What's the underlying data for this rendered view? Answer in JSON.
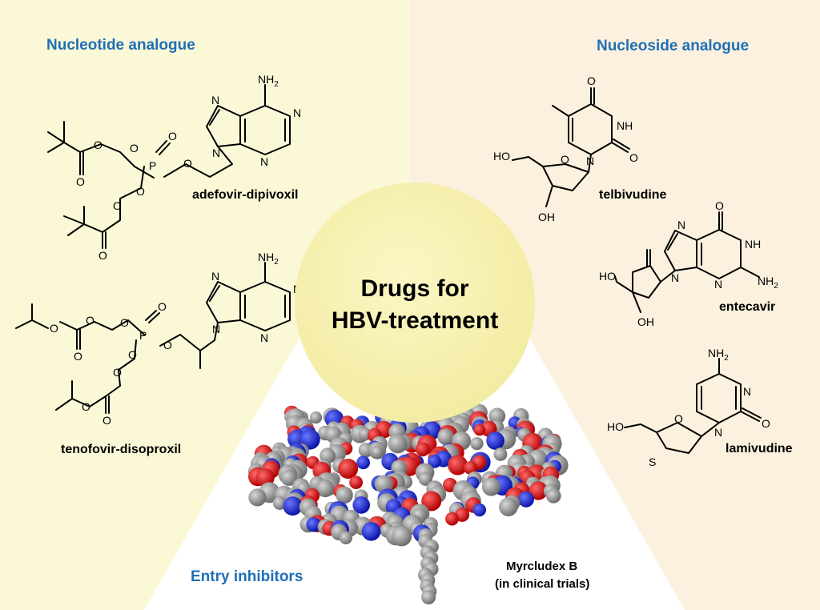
{
  "sections": {
    "nucleotide": "Nucleotide analogue",
    "nucleoside": "Nucleoside analogue",
    "entry": "Entry inhibitors"
  },
  "center": {
    "line1": "Drugs for",
    "line2": "HBV-treatment"
  },
  "drugs": {
    "adefovir": "adefovir-dipivoxil",
    "tenofovir": "tenofovir-disoproxil",
    "telbivudine": "telbivudine",
    "entecavir": "entecavir",
    "lamivudine": "lamivudine"
  },
  "myrcludex": {
    "line1": "Myrcludex B",
    "line2": "(in clinical trials)"
  },
  "atoms": {
    "nh2": "NH",
    "nh2_sub": "2",
    "n": "N",
    "o": "O",
    "p": "P",
    "nh": "NH",
    "ho": "HO",
    "oh": "OH",
    "s": "S"
  },
  "colors": {
    "left_panel": "#fbf8d8",
    "right_panel": "#fbf1de",
    "circle": "#f7f1b2",
    "section_blue": "#1f6fb6",
    "atom_carbon": "#8c8c8c",
    "atom_oxygen": "#d11a1a",
    "atom_nitrogen": "#1a2bd1"
  }
}
